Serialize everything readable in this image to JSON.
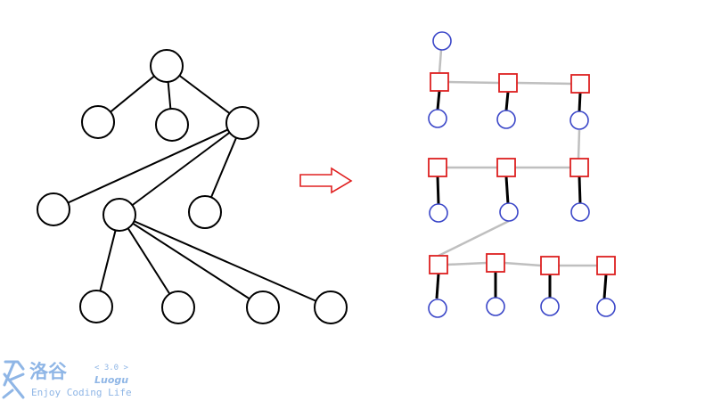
{
  "colors": {
    "tree_stroke": "#000000",
    "arrow": "#e02020",
    "square_stroke": "#dd2020",
    "circle_stroke": "#3a46c8",
    "gray_link": "#bfbfbf",
    "watermark": "#8fb6e6"
  },
  "watermark": {
    "brand_cn": "洛谷",
    "version": "< 3.0 >",
    "brand_en": "Luogu",
    "slogan": "Enjoy Coding Life"
  }
}
